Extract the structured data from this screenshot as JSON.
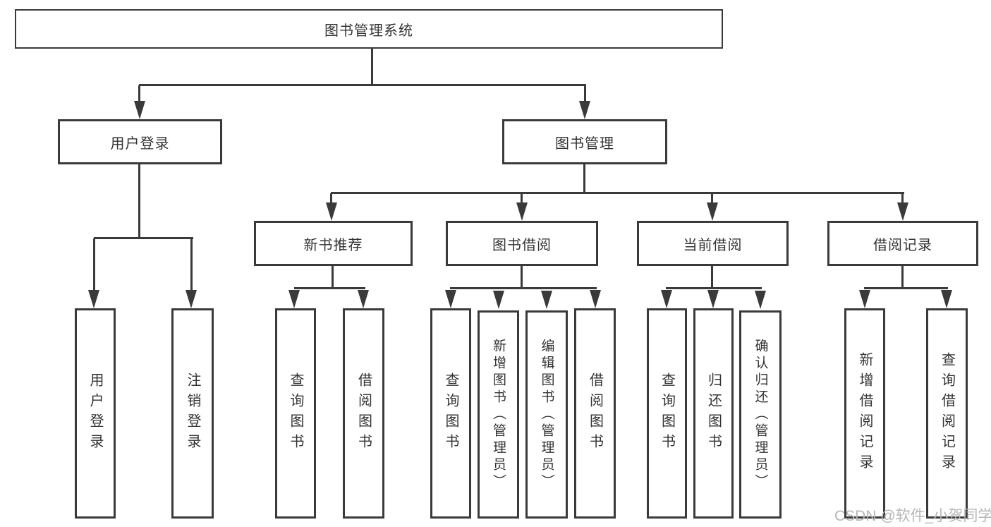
{
  "colors": {
    "line": "#3a3a3a",
    "text": "#333333",
    "watermark": "#b6b6b6",
    "bg": "#ffffff"
  },
  "nodes": {
    "root": "图书管理系统",
    "login": "用户登录",
    "manage": "图书管理",
    "recommend": "新书推荐",
    "borrow": "图书借阅",
    "current": "当前借阅",
    "records": "借阅记录"
  },
  "leaves": {
    "login": [
      "用户登录",
      "注销登录"
    ],
    "recommend": [
      "查询图书",
      "借阅图书"
    ],
    "borrow": [
      "查询图书",
      "新增图书（管理员）",
      "编辑图书（管理员）",
      "借阅图书"
    ],
    "current": [
      "查询图书",
      "归还图书",
      "确认归还（管理员）"
    ],
    "records": [
      "新增借阅记录",
      "查询借阅记录"
    ]
  },
  "watermark": "CSDN @软件_小贺同学"
}
